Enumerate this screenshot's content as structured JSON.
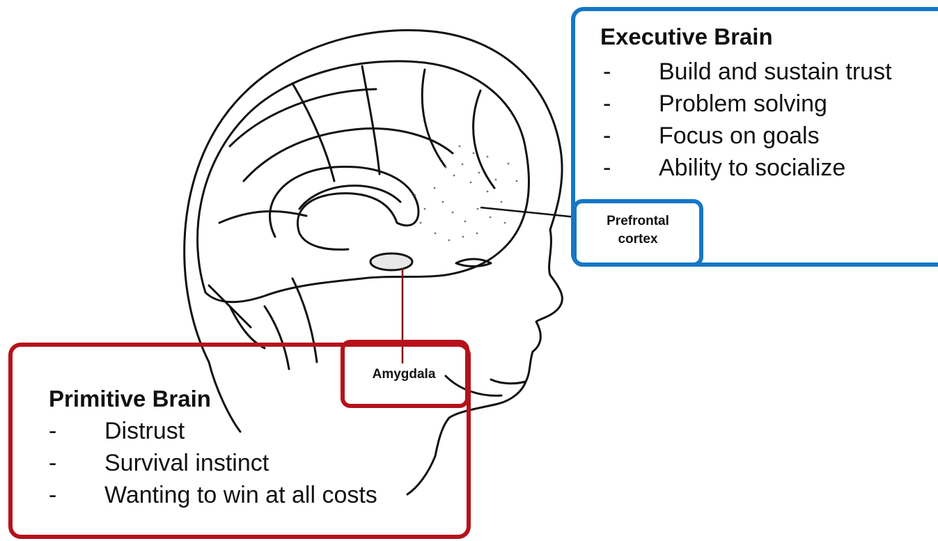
{
  "executive": {
    "title": "Executive Brain",
    "items": [
      "Build and sustain trust",
      "Problem solving",
      "Focus on goals",
      "Ability to socialize"
    ],
    "color": "#1577c5"
  },
  "primitive": {
    "title": "Primitive Brain",
    "items": [
      "Distrust",
      "Survival instinct",
      "Wanting to win at all costs"
    ],
    "color": "#b5121b"
  },
  "labels": {
    "prefrontal_line1": "Prefrontal",
    "prefrontal_line2": "cortex",
    "amygdala": "Amygdala"
  },
  "bullet": "-"
}
